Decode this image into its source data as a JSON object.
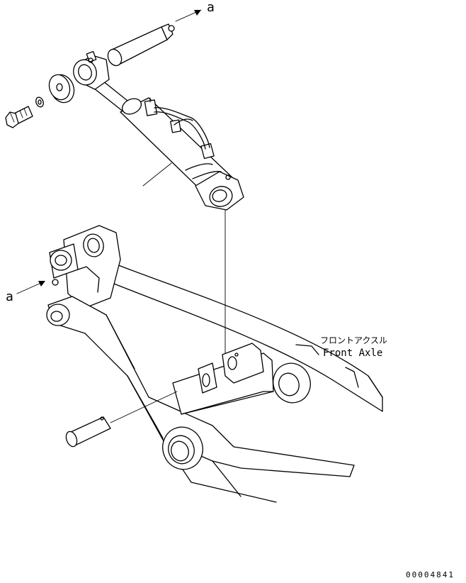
{
  "labels": {
    "ref_top": "a",
    "ref_left": "a",
    "part_name_jp": "フロントアクスル",
    "part_name_en": "Front Axle",
    "drawing_number": "00004841"
  },
  "colors": {
    "line": "#000000",
    "background": "#ffffff"
  }
}
